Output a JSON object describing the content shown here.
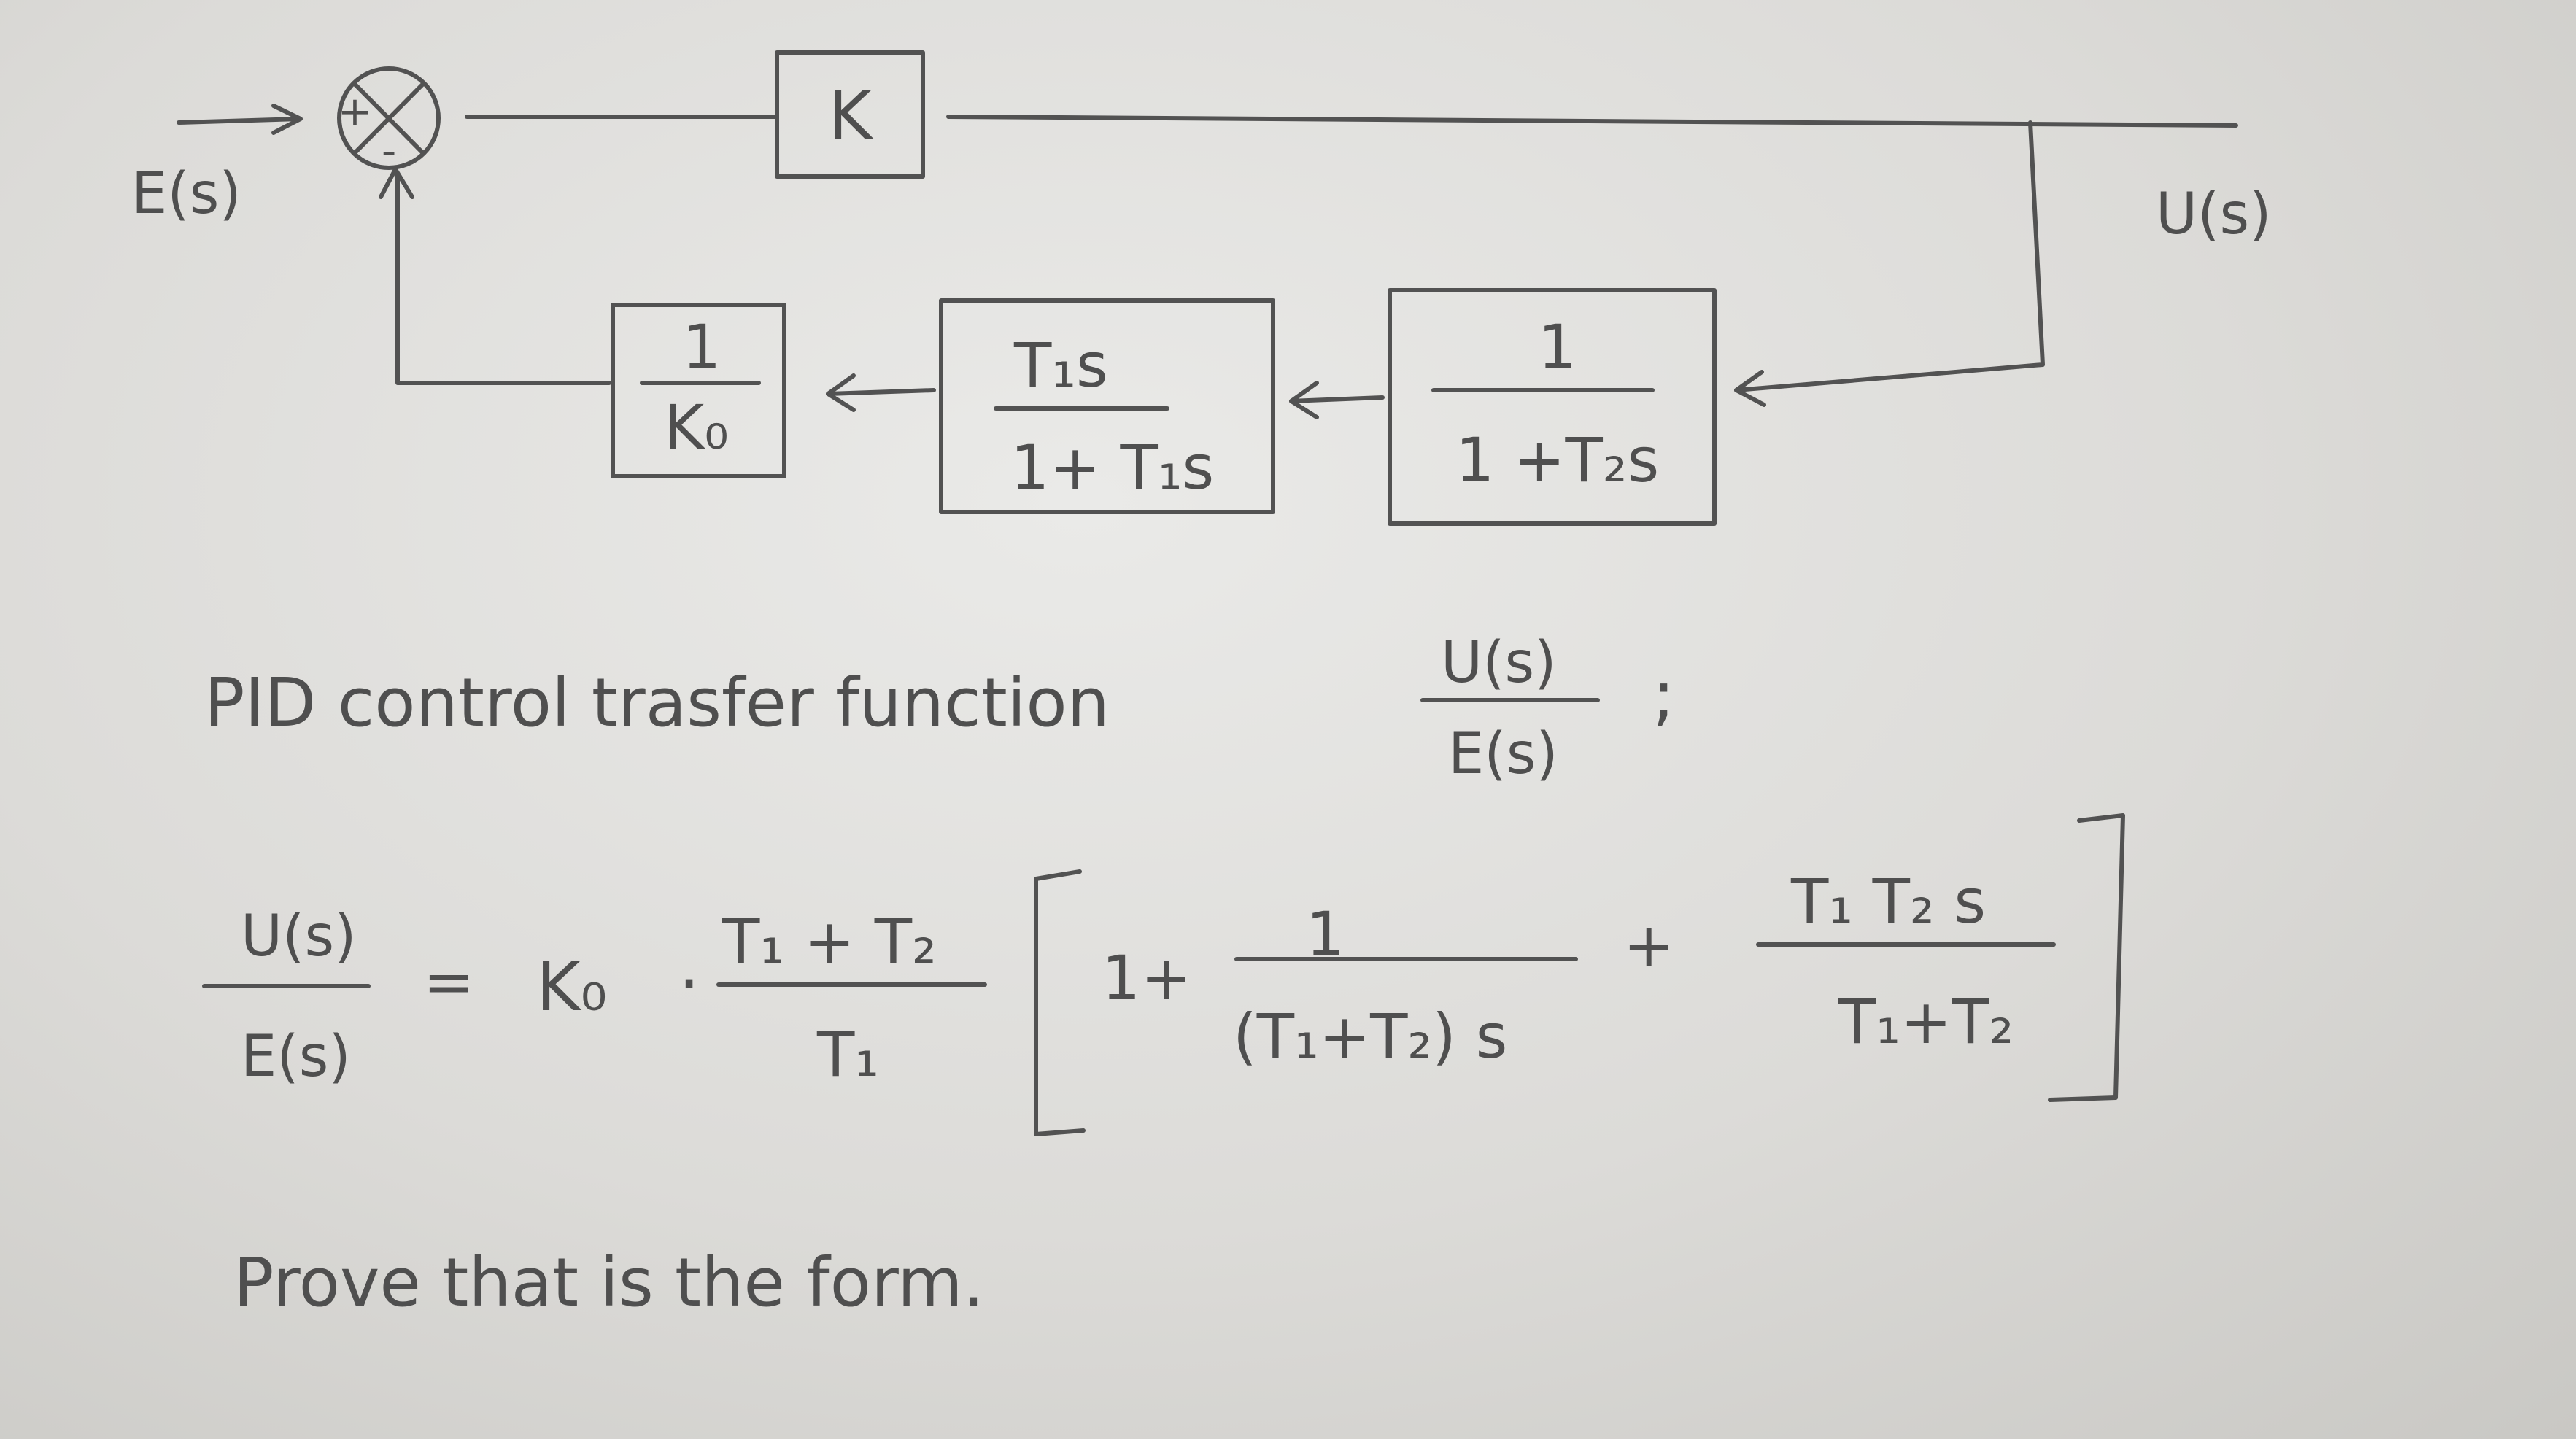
{
  "diagram": {
    "input_label": "E(s)",
    "output_label": "U(s)",
    "summing_junction": {
      "plus_sign": "+",
      "minus_sign": "-"
    },
    "forward_block": {
      "label": "K"
    },
    "feedback_blocks": [
      {
        "numerator": "1",
        "denominator": "K₀"
      },
      {
        "numerator": "T₁s",
        "denominator": "1+ T₁s"
      },
      {
        "numerator": "1",
        "denominator": "1 +T₂s"
      }
    ]
  },
  "question": {
    "line_text": "PID control trasfer function",
    "fraction_numerator": "U(s)",
    "fraction_denominator": "E(s)",
    "trailing": ";"
  },
  "formula": {
    "lhs_numerator": "U(s)",
    "lhs_denominator": "E(s)",
    "equals": "=",
    "gain": "K₀",
    "dot": "·",
    "coef_numerator": "T₁ + T₂",
    "coef_denominator": "T₁",
    "open_bracket": "[",
    "term_one": "1+",
    "term_two_numerator": "1",
    "term_two_denominator": "(T₁+T₂) s",
    "plus": "+",
    "term_three_numerator": "T₁ T₂ s",
    "term_three_denominator": "T₁+T₂",
    "close_bracket": "]"
  },
  "instruction": "Prove that is the form."
}
